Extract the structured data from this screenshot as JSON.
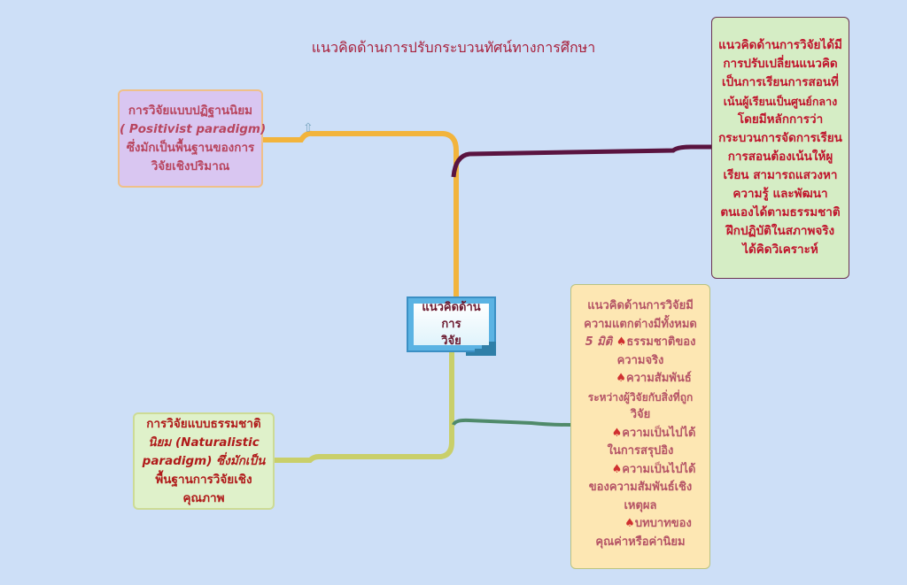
{
  "title": "แนวคิดด้านการปรับกระบวนทัศน์ทางการศึกษา",
  "central_topic": {
    "lines": [
      "แนวคิดด้านการ",
      "วิจัย"
    ],
    "icon": "stairs-icon"
  },
  "topics": {
    "positivist": {
      "lines": [
        "การวิจัยแบบปฏิฐานนิยม",
        "( Positivist paradigm)",
        "ซึ่งมักเป็นพื้นฐานของการ",
        "วิจัยเชิงปริมาณ"
      ],
      "icon": "up-arrow-icon"
    },
    "learner_centered": {
      "lines": [
        "แนวคิดด้านการวิจัยได้มี",
        "การปรับเปลี่ยนแนวคิด",
        "เป็นการเรียนการสอนที่",
        "เน้นผู้เรียนเป็นศูนย์กลาง",
        "โดยมีหลักการว่า",
        "กระบวนการจัดการเรียน",
        "การสอนต้องเน้นให้ผู",
        "เรียน สามารถแสวงหา",
        "ความรู้ และพัฒนา",
        "ตนเองได้ตามธรรมชาติ",
        "ฝึกปฏิบัติในสภาพจริง",
        "ได้คิดวิเคราะห์"
      ]
    },
    "naturalistic": {
      "lines": [
        "การวิจัยแบบธรรมชาติ",
        "นิยม (Naturalistic",
        "paradigm) ซึ่งมักเป็น",
        "พื้นฐานการวิจัยเชิง",
        "คุณภาพ"
      ]
    },
    "dimensions": {
      "lines": [
        "แนวคิดด้านการวิจัยมี",
        "ความแตกต่างมีทั้งหมด",
        "5 มิติ",
        "ธรรมชาติของ",
        "ความจริง",
        "ความสัมพันธ์",
        "ระหว่างผู้วิจัยกับสิ่งที่ถูก",
        "วิจัย",
        "ความเป็นไปได้",
        "ในการสรุปอิง",
        "ความเป็นไปได้",
        "ของความสัมพันธ์เชิง",
        "เหตุผล",
        "บทบาทของ",
        "คุณค่าหรือค่านิยม"
      ],
      "bullet_icon": "mushroom-icon"
    }
  },
  "colors": {
    "background": "#cddff7",
    "branch_orange": "#f2b43c",
    "branch_purple": "#5a1440",
    "branch_olive": "#c9cf6a",
    "branch_green": "#4f8a6a"
  }
}
